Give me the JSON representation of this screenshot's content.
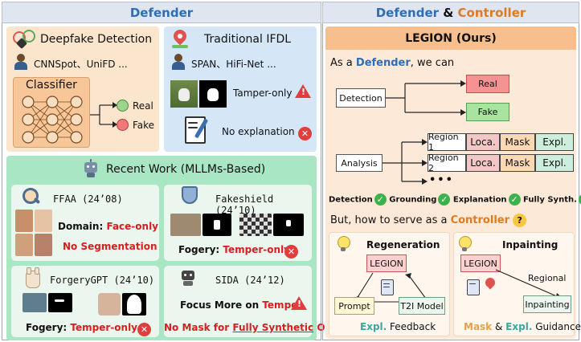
{
  "left_header": "Defender",
  "right_header": {
    "part1": "Defender",
    "amp": " & ",
    "part2": "Controller"
  },
  "deepfake": {
    "title": "Deepfake Detection",
    "methods": "CNNSpot、UniFD ...",
    "classifier": "Classifier",
    "out_real": "Real",
    "out_fake": "Fake"
  },
  "ifdl": {
    "title": "Traditional IFDL",
    "methods": "SPAN、HiFi-Net ...",
    "tamper": "Tamper-only",
    "noexp": "No explanation"
  },
  "recent": {
    "title": "Recent Work (MLLMs-Based)",
    "ffaa": {
      "name": "FFAA (24’08)",
      "domain_label": "Domain:",
      "domain_val": "Face-only",
      "noseg": "No Segmentation"
    },
    "fakeshield": {
      "name": "Fakeshield (24’10)",
      "fogery_label": "Fogery:",
      "fogery_val": "Temper-only"
    },
    "forgerygpt": {
      "name": "ForgeryGPT (24’10)",
      "fogery_label": "Fogery:",
      "fogery_val": "Temper-only"
    },
    "sida": {
      "name": "SIDA (24’12)",
      "focus_prefix": "Focus More on ",
      "focus_val": "Temper",
      "nomask_prefix": "No Mask for ",
      "nomask_val": "Fully Synthetic",
      "nomask_suffix": " Ones"
    }
  },
  "legion": {
    "title": "LEGION (Ours)",
    "defender_line": {
      "prefix": "As a ",
      "role": "Defender",
      "suffix": ", we can"
    },
    "detection": "Detection",
    "real": "Real",
    "fake": "Fake",
    "analysis": "Analysis",
    "regions": [
      {
        "label": "Region 1",
        "loca": "Loca.",
        "mask": "Mask",
        "expl": "Expl."
      },
      {
        "label": "Region 2",
        "loca": "Loca.",
        "mask": "Mask",
        "expl": "Expl."
      }
    ],
    "ellipsis": "•••",
    "caps": [
      "Detection",
      "Grounding",
      "Explanation",
      "Fully Synth."
    ],
    "controller_line": {
      "prefix": "But, how to serve as a ",
      "role": "Controller",
      "q": "?"
    },
    "regen": {
      "title": "Regeneration",
      "legion": "LEGION",
      "prompt": "Prompt",
      "t2i": "T2I Model",
      "expl": "Expl.",
      "feedback": " Feedback"
    },
    "inpaint": {
      "title": "Inpainting",
      "legion": "LEGION",
      "regional": "Regional",
      "inpainting": "Inpainting",
      "mask": "Mask",
      "amp": " & ",
      "expl": "Expl.",
      "guidance": " Guidance"
    }
  },
  "colors": {
    "defender_blue": "#2f6db5",
    "controller_orange": "#e07a1e",
    "red": "#d61f1f",
    "green_check": "#3cb34a"
  }
}
